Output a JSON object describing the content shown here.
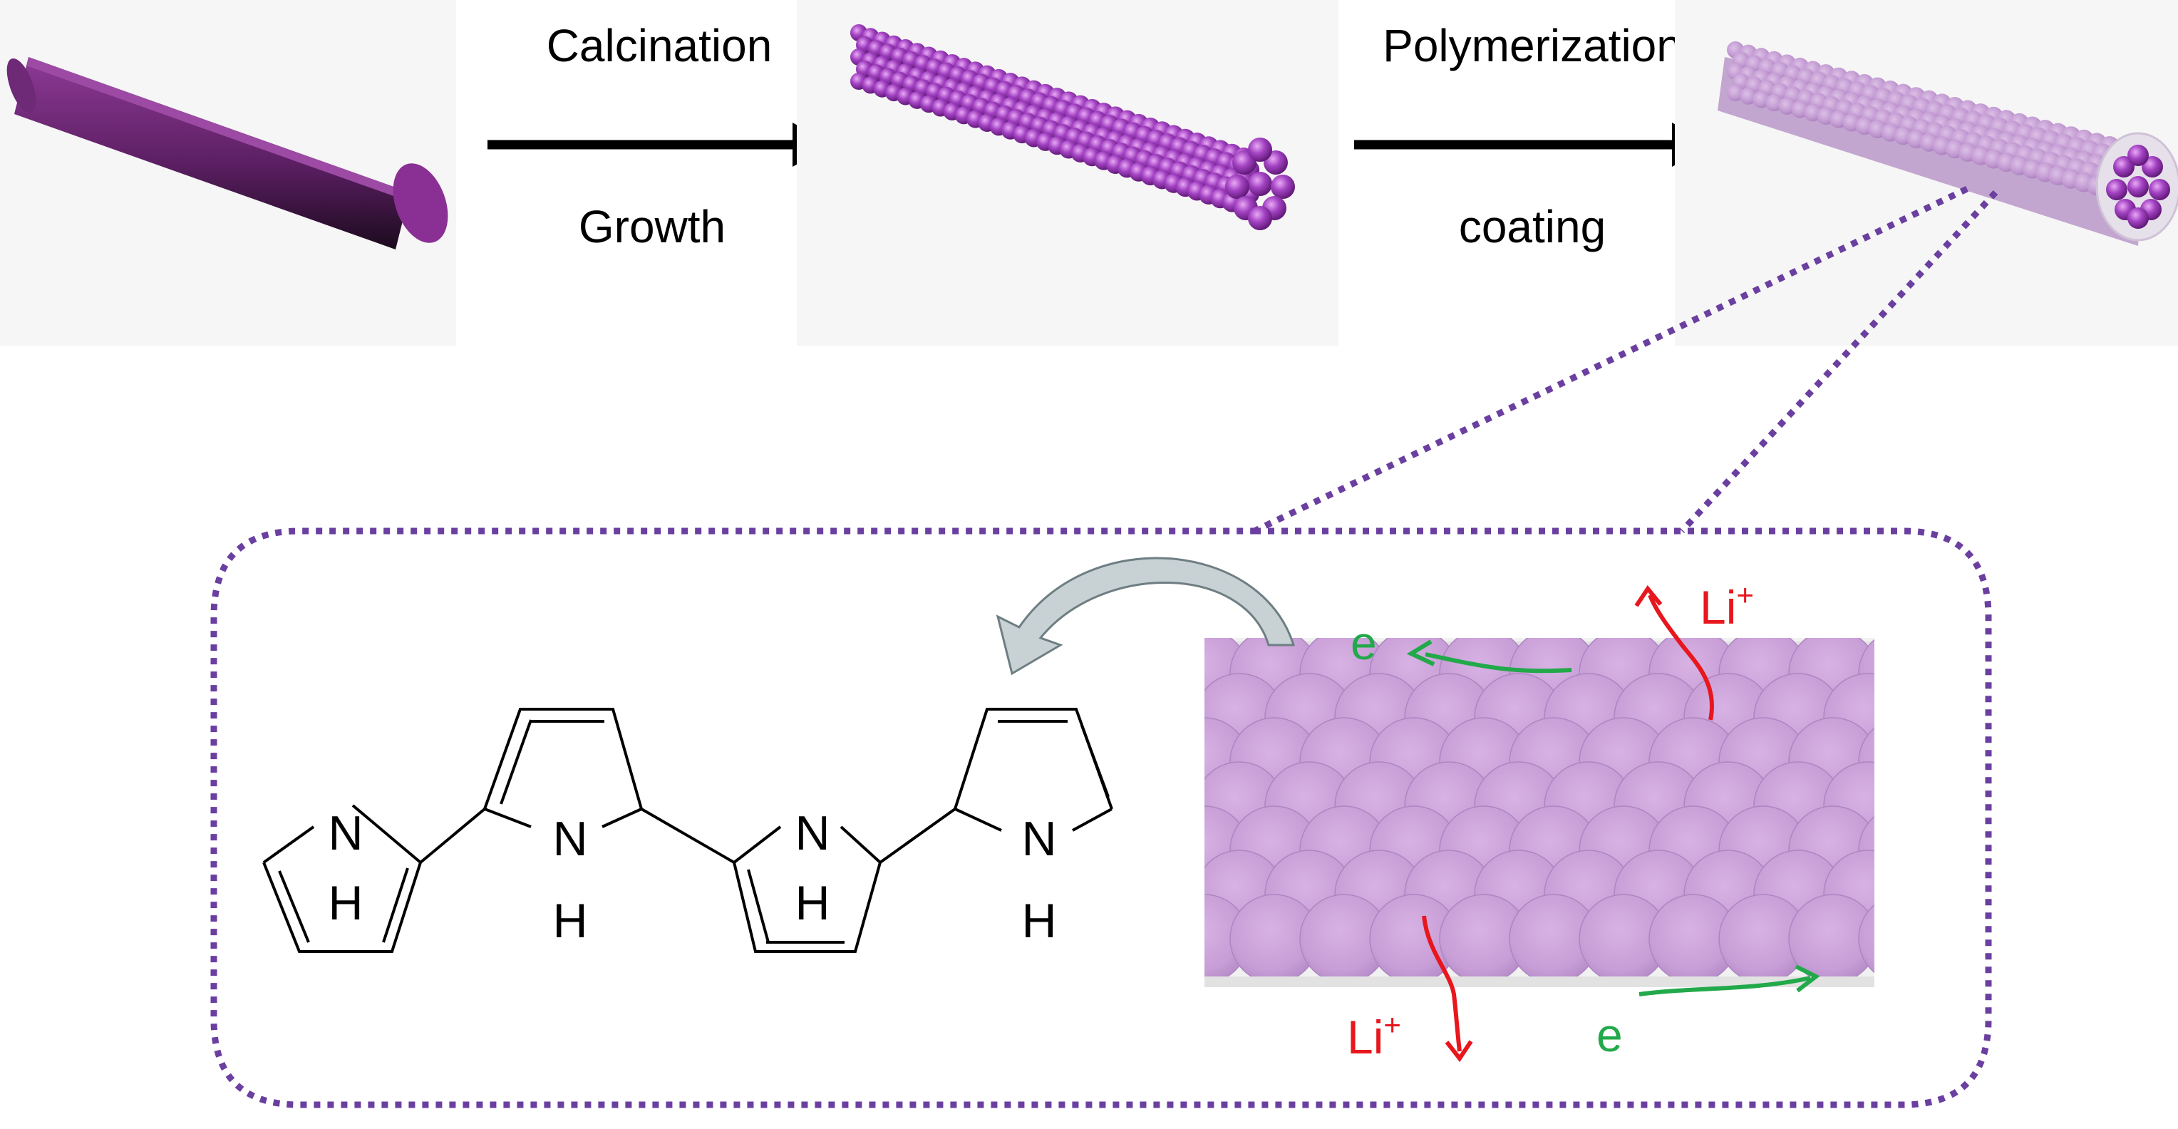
{
  "process": {
    "step1_top": "Calcination",
    "step1_bottom": "Growth",
    "step2_top": "Polymerization",
    "step2_bottom": "coating"
  },
  "structure": {
    "atom_n": "N",
    "atom_h": "H"
  },
  "transport": {
    "ion_label": "Li",
    "ion_charge": "+",
    "electron_label": "e"
  },
  "colors": {
    "rod_purple": "#7a2a82",
    "sphere_purple": "#9b3fb5",
    "coating_lavender": "#c9a0d8",
    "dotted_callout": "#6a3fa0",
    "ion_red": "#e8161d",
    "electron_green": "#22a94a",
    "curved_arrow_gray": "#c3cfd1"
  }
}
